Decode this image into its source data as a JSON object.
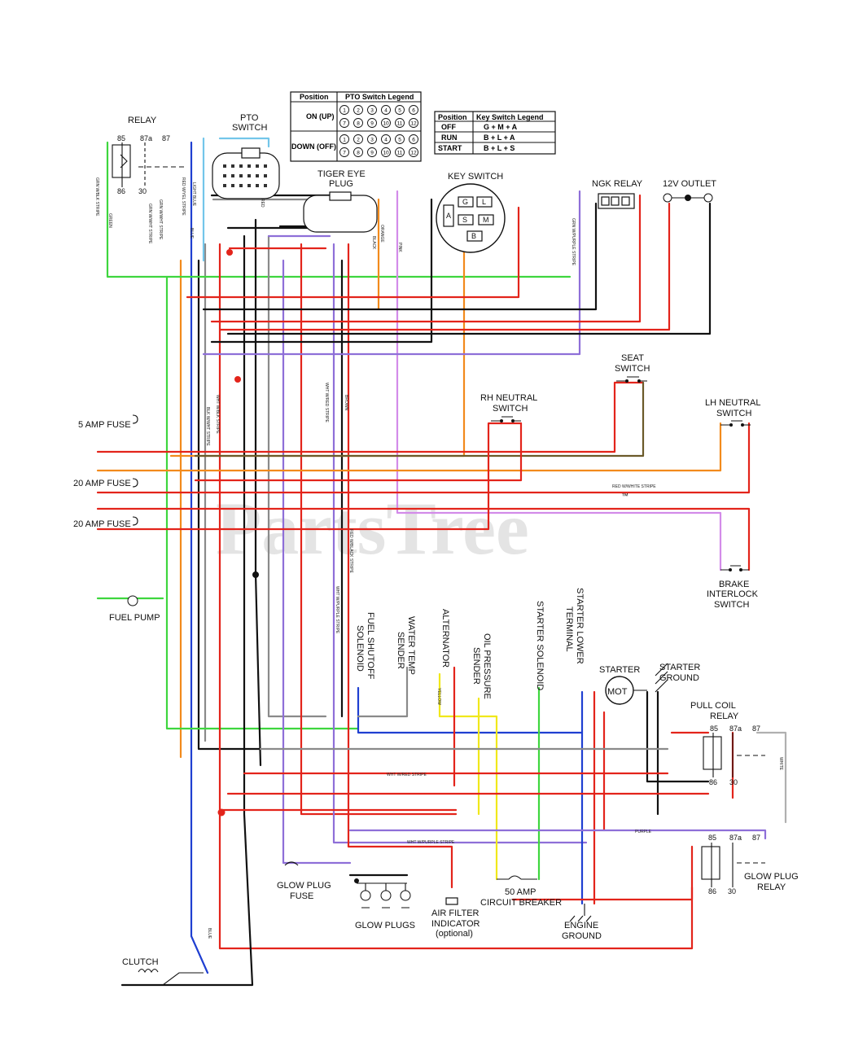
{
  "watermark": {
    "text": "PartsTree",
    "tm": "™"
  },
  "pto_legend": {
    "col_position": "Position",
    "col_title": "PTO Switch Legend",
    "rows": [
      {
        "label": "ON (UP)",
        "pins": [
          "1",
          "2",
          "3",
          "4",
          "5",
          "6",
          "7",
          "8",
          "9",
          "10",
          "11",
          "12"
        ]
      },
      {
        "label": "DOWN (OFF)",
        "pins": [
          "1",
          "2",
          "3",
          "4",
          "5",
          "6",
          "7",
          "8",
          "9",
          "10",
          "11",
          "12"
        ]
      }
    ]
  },
  "key_legend": {
    "col_position": "Position",
    "col_title": "Key Switch Legend",
    "rows": [
      {
        "position": "OFF",
        "value": "G + M + A"
      },
      {
        "position": "RUN",
        "value": "B + L + A"
      },
      {
        "position": "START",
        "value": "B + L + S"
      }
    ]
  },
  "labels": {
    "relay": "RELAY",
    "relay_85": "85",
    "relay_87a": "87a",
    "relay_87": "87",
    "relay_86": "86",
    "relay_30": "30",
    "pto_switch_1": "PTO",
    "pto_switch_2": "SWITCH",
    "tiger_eye_1": "TIGER EYE",
    "tiger_eye_2": "PLUG",
    "key_switch": "KEY SWITCH",
    "key_A": "A",
    "key_G": "G",
    "key_L": "L",
    "key_S": "S",
    "key_B": "B",
    "key_M": "M",
    "ngk_relay": "NGK RELAY",
    "outlet": "12V OUTLET",
    "seat_switch_1": "SEAT",
    "seat_switch_2": "SWITCH",
    "rh_neutral_1": "RH NEUTRAL",
    "rh_neutral_2": "SWITCH",
    "lh_neutral_1": "LH NEUTRAL",
    "lh_neutral_2": "SWITCH",
    "fuse_5": "5 AMP FUSE",
    "fuse_20a": "20 AMP FUSE",
    "fuse_20b": "20 AMP FUSE",
    "fuel_pump": "FUEL PUMP",
    "brake_1": "BRAKE",
    "brake_2": "INTERLOCK",
    "brake_3": "SWITCH",
    "fuel_shutoff_1": "FUEL SHUTOFF",
    "fuel_shutoff_2": "SOLENOID",
    "water_temp_1": "WATER TEMP",
    "water_temp_2": "SENDER",
    "alternator": "ALTERNATOR",
    "oil_pressure_1": "OIL PRESSURE",
    "oil_pressure_2": "SENDER",
    "starter_solenoid": "STARTER SOLENOID",
    "starter_lower_1": "STARTER LOWER",
    "starter_lower_2": "TERMINAL",
    "starter": "STARTER",
    "mot": "MOT",
    "starter_ground_1": "STARTER",
    "starter_ground_2": "GROUND",
    "pull_coil_1": "PULL COIL",
    "pull_coil_2": "RELAY",
    "pc_85": "85",
    "pc_87a": "87a",
    "pc_87": "87",
    "pc_86": "86",
    "pc_30": "30",
    "gp_85": "85",
    "gp_87a": "87a",
    "gp_87": "87",
    "gp_86": "86",
    "gp_30": "30",
    "glow_relay_1": "GLOW PLUG",
    "glow_relay_2": "RELAY",
    "glow_fuse_1": "GLOW PLUG",
    "glow_fuse_2": "FUSE",
    "glow_plugs": "GLOW PLUGS",
    "air_filter_1": "AIR FILTER",
    "air_filter_2": "INDICATOR",
    "air_filter_3": "(optional)",
    "breaker_1": "50 AMP",
    "breaker_2": "CIRCUIT BREAKER",
    "engine_ground_1": "ENGINE",
    "engine_ground_2": "GROUND",
    "clutch": "CLUTCH"
  },
  "wire_tags": {
    "grn_wblk": "GRN W/BLK STRIPE",
    "green": "GREEN",
    "grn_wwht": "GRN W/WHT STRIPE",
    "grn_wwht2": "GRN W/WHT STRIPE",
    "red_wyel": "RED W/YEL STRIPE",
    "light_blue": "LIGHT BLUE",
    "blue": "BLUE",
    "blue2": "BLUE",
    "red": "RED",
    "orange": "ORANGE",
    "black": "BLACK",
    "pink": "PINK",
    "grn_wpur": "GRN W/PURPLE STRIPE",
    "wht_wblk": "WHT W/BLK STRIPE",
    "blk_wwht": "BLK W/WHT STRIPE",
    "wht_wred": "WHT W/RED STRIPE",
    "brown": "BROWN",
    "red_wwht": "RED W/WHITE STRIPE",
    "wht_wpur": "WHT W/PURPLE STRIPE",
    "red_wblk": "RED W/BLACK STRIPE",
    "yellow": "YELLOW",
    "purple": "PURPLE",
    "white": "WHITE",
    "wht_wred_h": "WHT W/RED STRIPE",
    "wht_wpur_h": "WHT W/PURPLE STRIPE"
  }
}
